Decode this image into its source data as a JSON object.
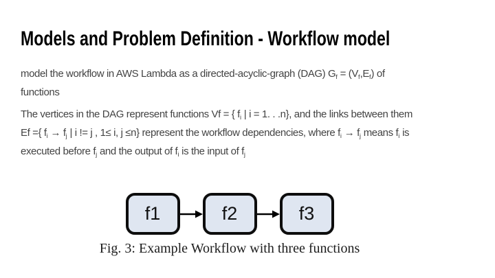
{
  "slide": {
    "title": "Models and Problem Definition - Workflow model",
    "paragraph1": [
      {
        "t": "model the workflow in AWS Lambda as a directed-acyclic-graph (DAG) G"
      },
      {
        "sub": "f"
      },
      {
        "t": " = (V"
      },
      {
        "sub": "f"
      },
      {
        "t": ",E"
      },
      {
        "sub": "f"
      },
      {
        "t": ") of"
      },
      {
        "br": true
      },
      {
        "t": "functions"
      }
    ],
    "paragraph2": [
      {
        "t": "The vertices in the DAG represent functions Vf = { f"
      },
      {
        "sub": "i"
      },
      {
        "t": " | i = 1. . .n}, and the links between them"
      },
      {
        "br": true
      },
      {
        "t": "Ef ={ f"
      },
      {
        "sub": "i"
      },
      {
        "t": " → f"
      },
      {
        "sub": "j"
      },
      {
        "t": " | i != j , 1≤ i, j ≤n} represent the workflow dependencies, where f"
      },
      {
        "sub": "i"
      },
      {
        "t": " → f"
      },
      {
        "sub": "j"
      },
      {
        "t": " means f"
      },
      {
        "sub": "i"
      },
      {
        "t": " is"
      },
      {
        "br": true
      },
      {
        "t": "executed before f"
      },
      {
        "sub": "j"
      },
      {
        "t": " and the output of f"
      },
      {
        "sub": "i"
      },
      {
        "t": " is the input of f"
      },
      {
        "sub": "j"
      }
    ],
    "figure": {
      "nodes": [
        "f1",
        "f2",
        "f3"
      ],
      "caption": "Fig. 3: Example Workflow with three functions"
    },
    "colors": {
      "title_text": "#000000",
      "body_text": "#434343",
      "caption_text": "#1c1c1c",
      "node_fill": "#dfe6f1",
      "node_border": "#0d0d0d"
    }
  }
}
